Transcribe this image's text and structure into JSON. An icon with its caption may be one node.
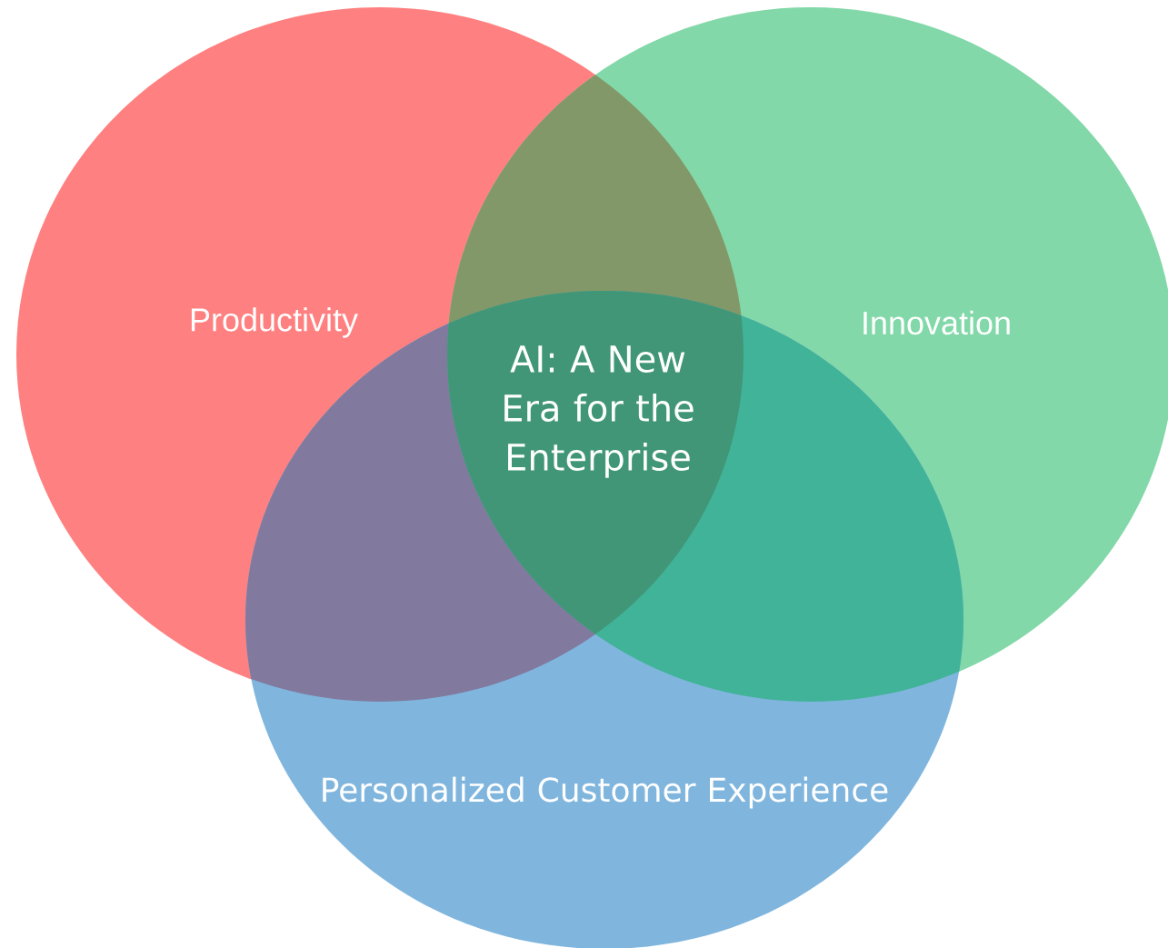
{
  "diagram": {
    "nodes": [
      {
        "text": [
          "Productivity"
        ]
      },
      {
        "text": [
          "Innovation"
        ]
      },
      {
        "text": [
          "Personalized Customer Experience"
        ]
      },
      {
        "text": [
          "AI: A New Era for the Enterprise"
        ]
      }
    ]
  }
}
